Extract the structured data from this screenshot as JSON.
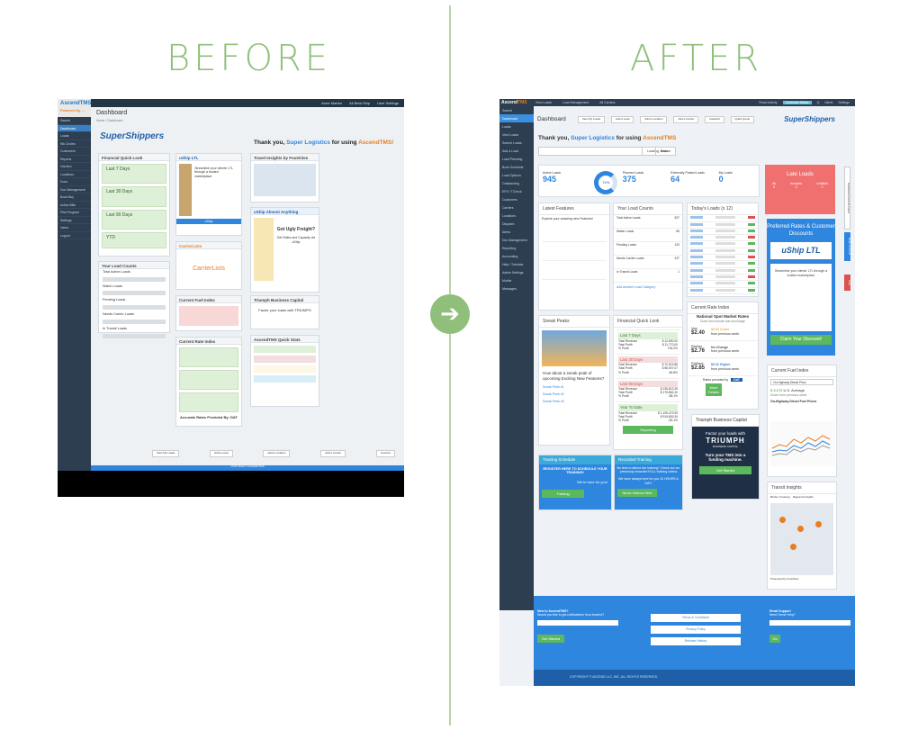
{
  "labels": {
    "before": "BEFORE",
    "after": "AFTER",
    "arrow": "➔"
  },
  "before": {
    "logo_name": "AscendTMS",
    "logo_tag": "Powered by ...",
    "topbar": [
      "Anne Marten",
      "All Beta Ship",
      "User Settings"
    ],
    "sidebar": [
      "Search",
      "Dashboard",
      "Loads",
      "Wk Circles",
      "Customers",
      "Reports",
      "Carriers",
      "Locations",
      "Docs",
      "Doc Management",
      "Book Buy",
      "Active Bills",
      "Pilot Program",
      "Settings",
      "Users",
      "Logout"
    ],
    "page_title": "Dashboard",
    "crumb": "Home  /  Dashboard",
    "brand": "SuperShippers",
    "thanks_prefix": "Thank you,",
    "thanks_company": "Super Logistics",
    "thanks_mid": "for using",
    "thanks_product": "AscendTMS!",
    "quick_look": {
      "title": "Financial Quick Look",
      "periods": [
        "Last 7 Days",
        "Last 30 Days",
        "Last 90 Days",
        "YTD"
      ]
    },
    "uship_title": "uShip LTL",
    "uship_desc": "Streamline your clients' LTL through a trusted marketplace",
    "travel_title": "Travel Insights by FourKites",
    "ugly_freight": "Got Ugly Freight?",
    "ugly_sub": "Get Rates and Capacity via uShip",
    "almost_anything": "uShip Almost Anything",
    "carrier_lists": "CarrierLists",
    "your_loads": {
      "title": "Your Load Counts",
      "items": [
        "Total Active Loads",
        "Watch Loads",
        "Pending Loads",
        "Needs Carrier Loads",
        "In Transit Loads"
      ]
    },
    "fuel_title": "Current Fuel Index",
    "triumph_title": "Triumph Business Capital",
    "triumph_sub": "Factor your loads with TRIUMPH",
    "rate_title": "Current Rate Index",
    "rate_foot": "Accurate Rates Provided By: DAT",
    "quick_stats": "AscendTMS Quick Stats",
    "bottom_buttons": [
      "View My Loads",
      "Add a Load",
      "Add a Location",
      "Add a Carrier",
      "Invoices"
    ],
    "footer": "COPYRIGHT  ASCENDTMS"
  },
  "after": {
    "logo_prefix": "Ascend",
    "logo_suffix": "TMS",
    "topbar": [
      "View Loads",
      "Load Management",
      "All Carriers"
    ],
    "topbar_right": [
      "Read Activity",
      "Customer Status",
      "Q",
      "Alerts",
      "Settings"
    ],
    "sidebar": [
      "Search",
      "Dashboard",
      "Loads",
      "View Loads",
      "Search Loads",
      "Add a Load",
      "Load Planning",
      "Book Schedule",
      "Load Options",
      "Outstanding",
      "EFS / TCheck",
      "Customers",
      "Carriers",
      "Locations",
      "Dispatch",
      "Alerts",
      "Doc Management",
      "Reporting",
      "Accounting",
      "Help / Tutorials",
      "Admin Settings",
      "Mobile",
      "Messages"
    ],
    "page_title": "Dashboard",
    "header_buttons": [
      "View My Loads",
      "Add a Load",
      "Add a Location",
      "Add a Carrier",
      "FastAdd",
      "Quick Quote"
    ],
    "brand": "SuperShippers",
    "thanks_prefix": "Thank you,",
    "thanks_company": "Super Logistics",
    "thanks_mid": "for using",
    "thanks_product": "AscendTMS",
    "search_placeholder": "Loading, loads...",
    "search_btn": "Search",
    "stats": [
      {
        "label": "Active Loads",
        "value": "945"
      },
      {
        "label": "Planned Loads",
        "value": "375"
      },
      {
        "label": "Externally Posted Loads",
        "value": "64"
      },
      {
        "label": "My Loads",
        "value": "0"
      }
    ],
    "donut_pct": "71%",
    "late_title": "Late Loads",
    "late_cols": [
      "All",
      "Invoiced",
      "Unbilled"
    ],
    "late_values": [
      "0",
      "0",
      "0"
    ],
    "latest_features": "Latest Features",
    "features_sub": "Explore your amazing new Features!",
    "your_load_counts": "Your Load Counts",
    "load_rows": [
      "Total Active Loads",
      "Watch Loads",
      "Pending Loads",
      "Needs Carrier Loads",
      "In Transit Loads"
    ],
    "load_count_vals": [
      "527",
      "65",
      "123",
      "227",
      "1"
    ],
    "add_category": "Add Another Load Category",
    "todays_loads": "Today's Loads (x 12)",
    "financial": "Financial Quick Look",
    "fin_periods": [
      "Last 7 Days",
      "Last 30 Days",
      "Last 90 Days",
      "Year To Date"
    ],
    "fin_details": "Load Details",
    "fin_rows": [
      "Total Revenue",
      "Total Profit",
      "% Profit"
    ],
    "fin_values": [
      [
        "$ 12,890.00",
        "$ 11,770.00",
        "+63.2%"
      ],
      [
        "$ 72,519.86",
        "$ 56,007.07",
        "-56.8%"
      ],
      [
        "$ 235,813.28",
        "$ 175,882.20",
        "-58.1%"
      ],
      [
        "$ 1,105,473.93",
        "$ 919,893.26",
        "-80.1%"
      ]
    ],
    "reporting": "Reporting",
    "current_rate": "Current Rate Index",
    "rate_sub": "National Spot Market Rates",
    "rate_sub2": "Does Not Include fuel surcharge",
    "rates": [
      {
        "type": "Van",
        "value": "$2.40",
        "change": "$0.02 Lower",
        "note": "from previous week"
      },
      {
        "type": "Reefer",
        "value": "$2.76",
        "change": "No Change",
        "note": "from previous week"
      },
      {
        "type": "Flatbed",
        "value": "$2.85",
        "change": "$0.02 Higher",
        "note": "from previous week"
      }
    ],
    "rates_provided": "Rates provided by",
    "dat": "DAT",
    "more_details": "More Details",
    "sneak_peaks": "Sneak Peaks",
    "sneak_text": "How about a sneak peak of upcoming Exciting New Features?",
    "sneak_items": [
      "Sneak Peek #1",
      "Sneak Peek #2",
      "Sneak Peek #3"
    ],
    "triumph_title": "Triumph Business Capital",
    "triumph_factor": "Factor your loads with",
    "triumph_brand": "TRIUMPH",
    "triumph_bc": "BUSINESS CAPITAL",
    "triumph_tag": "Turn your TMS into a funding machine.",
    "get_started": "Get Started",
    "training": "Training Schedule",
    "training_cta": "REGISTER HERE TO SCHEDULE YOUR TRAINING!",
    "training_help": "We're here for you!",
    "training_btn": "Training",
    "recorded": "Recorded Training",
    "recorded_text": "No time to attend live training? Check out our previously recorded FULL training videos",
    "recorded_help": "We have always here for you 24 HOURS A DAY!",
    "show_videos": "Show Videos Here",
    "pref_rates": "Preferred Rates & Customer Discounts",
    "uship_ltl": "uShip LTL",
    "uship_desc": "Streamline your clients' LTL through a trusted marketplace",
    "claim": "Claim Your Discount!",
    "fuel_title": "Current Fuel Index",
    "fuel_select": "On-Highway Diesel Price",
    "fuel_value": "$ 3.172",
    "fuel_avg": "U.S. Average",
    "fuel_change": "Down from previous week",
    "fuel_chart_title": "On-Highway Diesel Fuel Prices",
    "transit": "Transit Insights",
    "transit_tabs": [
      "Border Crossing",
      "Regional Insights"
    ],
    "transit_foot": "Presented by FourKites",
    "side_tabs": [
      "Dashboard Control Panel",
      "Refer a Friend",
      "Help"
    ],
    "footer_new": "New to AscendTMS?",
    "footer_new_sub": "Would you like to get notifications from Ascend?",
    "footer_signup": "Get Started",
    "footer_links": [
      "Terms & Conditions",
      "Privacy Policy",
      "Release History"
    ],
    "footer_support": "Email Support",
    "footer_support_sub": "Need Some Help?",
    "footer_go": "Go",
    "copyright": "COPYRIGHT © ASCEND LLC. INC. ALL RIGHTS RESERVED."
  },
  "colors": {
    "accent": "#2e86de",
    "green": "#8fbf7a",
    "late": "#f07070",
    "nav": "#2c3e50"
  }
}
